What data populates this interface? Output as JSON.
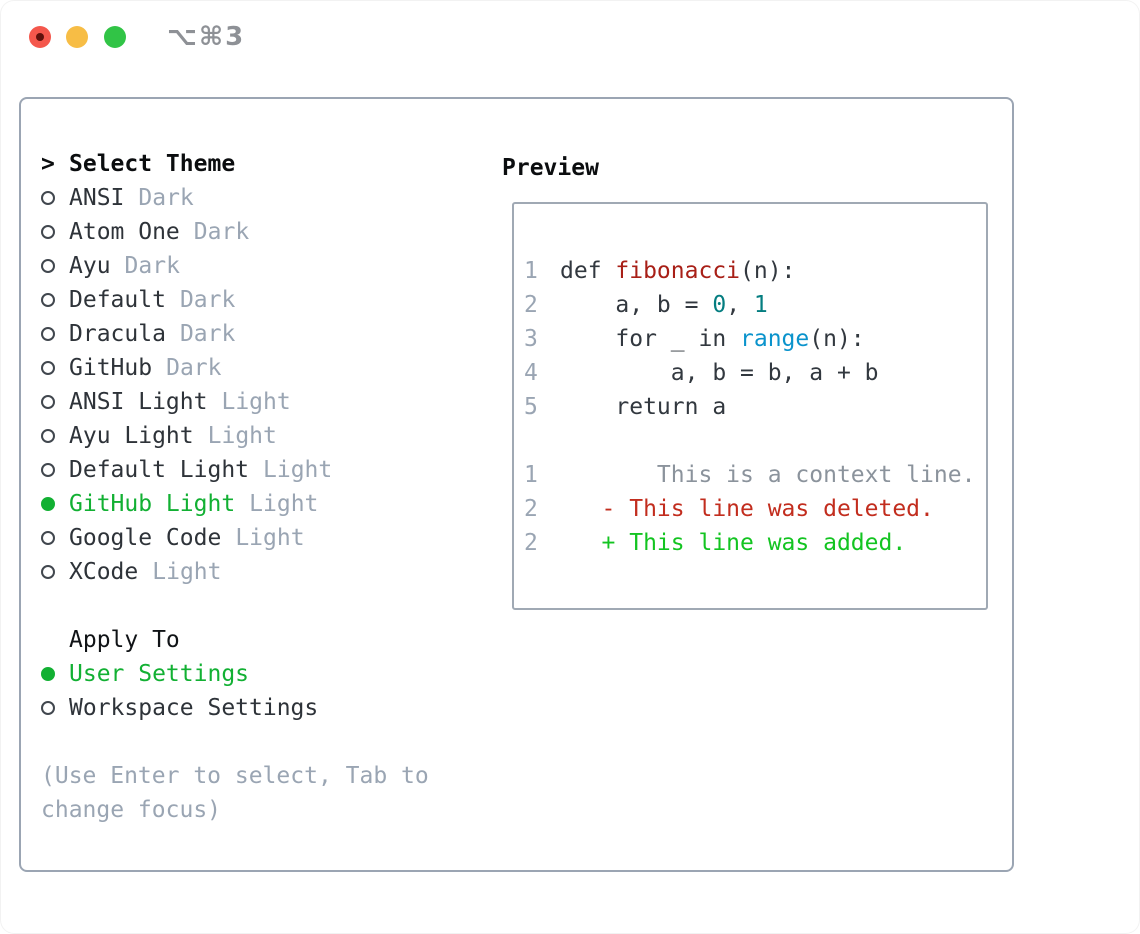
{
  "window": {
    "shortcut_label": "⌥⌘3"
  },
  "traffic_lights": {
    "close_color": "#f4574c",
    "minimize_color": "#f7bd45",
    "zoom_color": "#31c446"
  },
  "theme_panel": {
    "header": {
      "prompt": ">",
      "title": "Select Theme"
    },
    "themes": [
      {
        "name": "ANSI",
        "variant": "Dark",
        "selected": false
      },
      {
        "name": "Atom One",
        "variant": "Dark",
        "selected": false
      },
      {
        "name": "Ayu",
        "variant": "Dark",
        "selected": false
      },
      {
        "name": "Default",
        "variant": "Dark",
        "selected": false
      },
      {
        "name": "Dracula",
        "variant": "Dark",
        "selected": false
      },
      {
        "name": "GitHub",
        "variant": "Dark",
        "selected": false
      },
      {
        "name": "ANSI Light",
        "variant": "Light",
        "selected": false
      },
      {
        "name": "Ayu Light",
        "variant": "Light",
        "selected": false
      },
      {
        "name": "Default Light",
        "variant": "Light",
        "selected": false
      },
      {
        "name": "GitHub Light",
        "variant": "Light",
        "selected": true
      },
      {
        "name": "Google Code",
        "variant": "Light",
        "selected": false
      },
      {
        "name": "XCode",
        "variant": "Light",
        "selected": false
      }
    ],
    "apply_to": {
      "title": "Apply To",
      "options": [
        {
          "name": "User Settings",
          "selected": true
        },
        {
          "name": "Workspace Settings",
          "selected": false
        }
      ]
    },
    "help_lines": [
      "(Use Enter to select, Tab to",
      "change focus)"
    ]
  },
  "preview": {
    "title": "Preview",
    "code_lines": [
      {
        "num": "1",
        "segments": [
          {
            "text": "def ",
            "style": "plain"
          },
          {
            "text": "fibonacci",
            "style": "func"
          },
          {
            "text": "(n):",
            "style": "plain"
          }
        ]
      },
      {
        "num": "2",
        "segments": [
          {
            "text": "    a, b = ",
            "style": "plain"
          },
          {
            "text": "0",
            "style": "num"
          },
          {
            "text": ", ",
            "style": "plain"
          },
          {
            "text": "1",
            "style": "num"
          }
        ]
      },
      {
        "num": "3",
        "segments": [
          {
            "text": "    for _ in ",
            "style": "plain"
          },
          {
            "text": "range",
            "style": "builtin"
          },
          {
            "text": "(n):",
            "style": "plain"
          }
        ]
      },
      {
        "num": "4",
        "segments": [
          {
            "text": "        a, b = b, a + b",
            "style": "plain"
          }
        ]
      },
      {
        "num": "5",
        "segments": [
          {
            "text": "    return a",
            "style": "plain"
          }
        ]
      },
      {
        "num": "",
        "segments": []
      },
      {
        "num": "1",
        "segments": [
          {
            "text": "       This is a context line.",
            "style": "context"
          }
        ]
      },
      {
        "num": "2",
        "segments": [
          {
            "text": "   - This line was deleted.",
            "style": "deleted"
          }
        ]
      },
      {
        "num": "2",
        "segments": [
          {
            "text": "   + This line was added.",
            "style": "added"
          }
        ]
      }
    ]
  },
  "colors": {
    "panel_border": "#9ba5b3",
    "selection_green": "#12b033",
    "added_green": "#13c421",
    "deleted_red": "#c22d1e",
    "function_red": "#a81f17",
    "number_teal": "#047d80",
    "builtin_blue": "#0a93cc",
    "dim_gray": "#9aa5b3",
    "text_dark": "#32383f"
  }
}
